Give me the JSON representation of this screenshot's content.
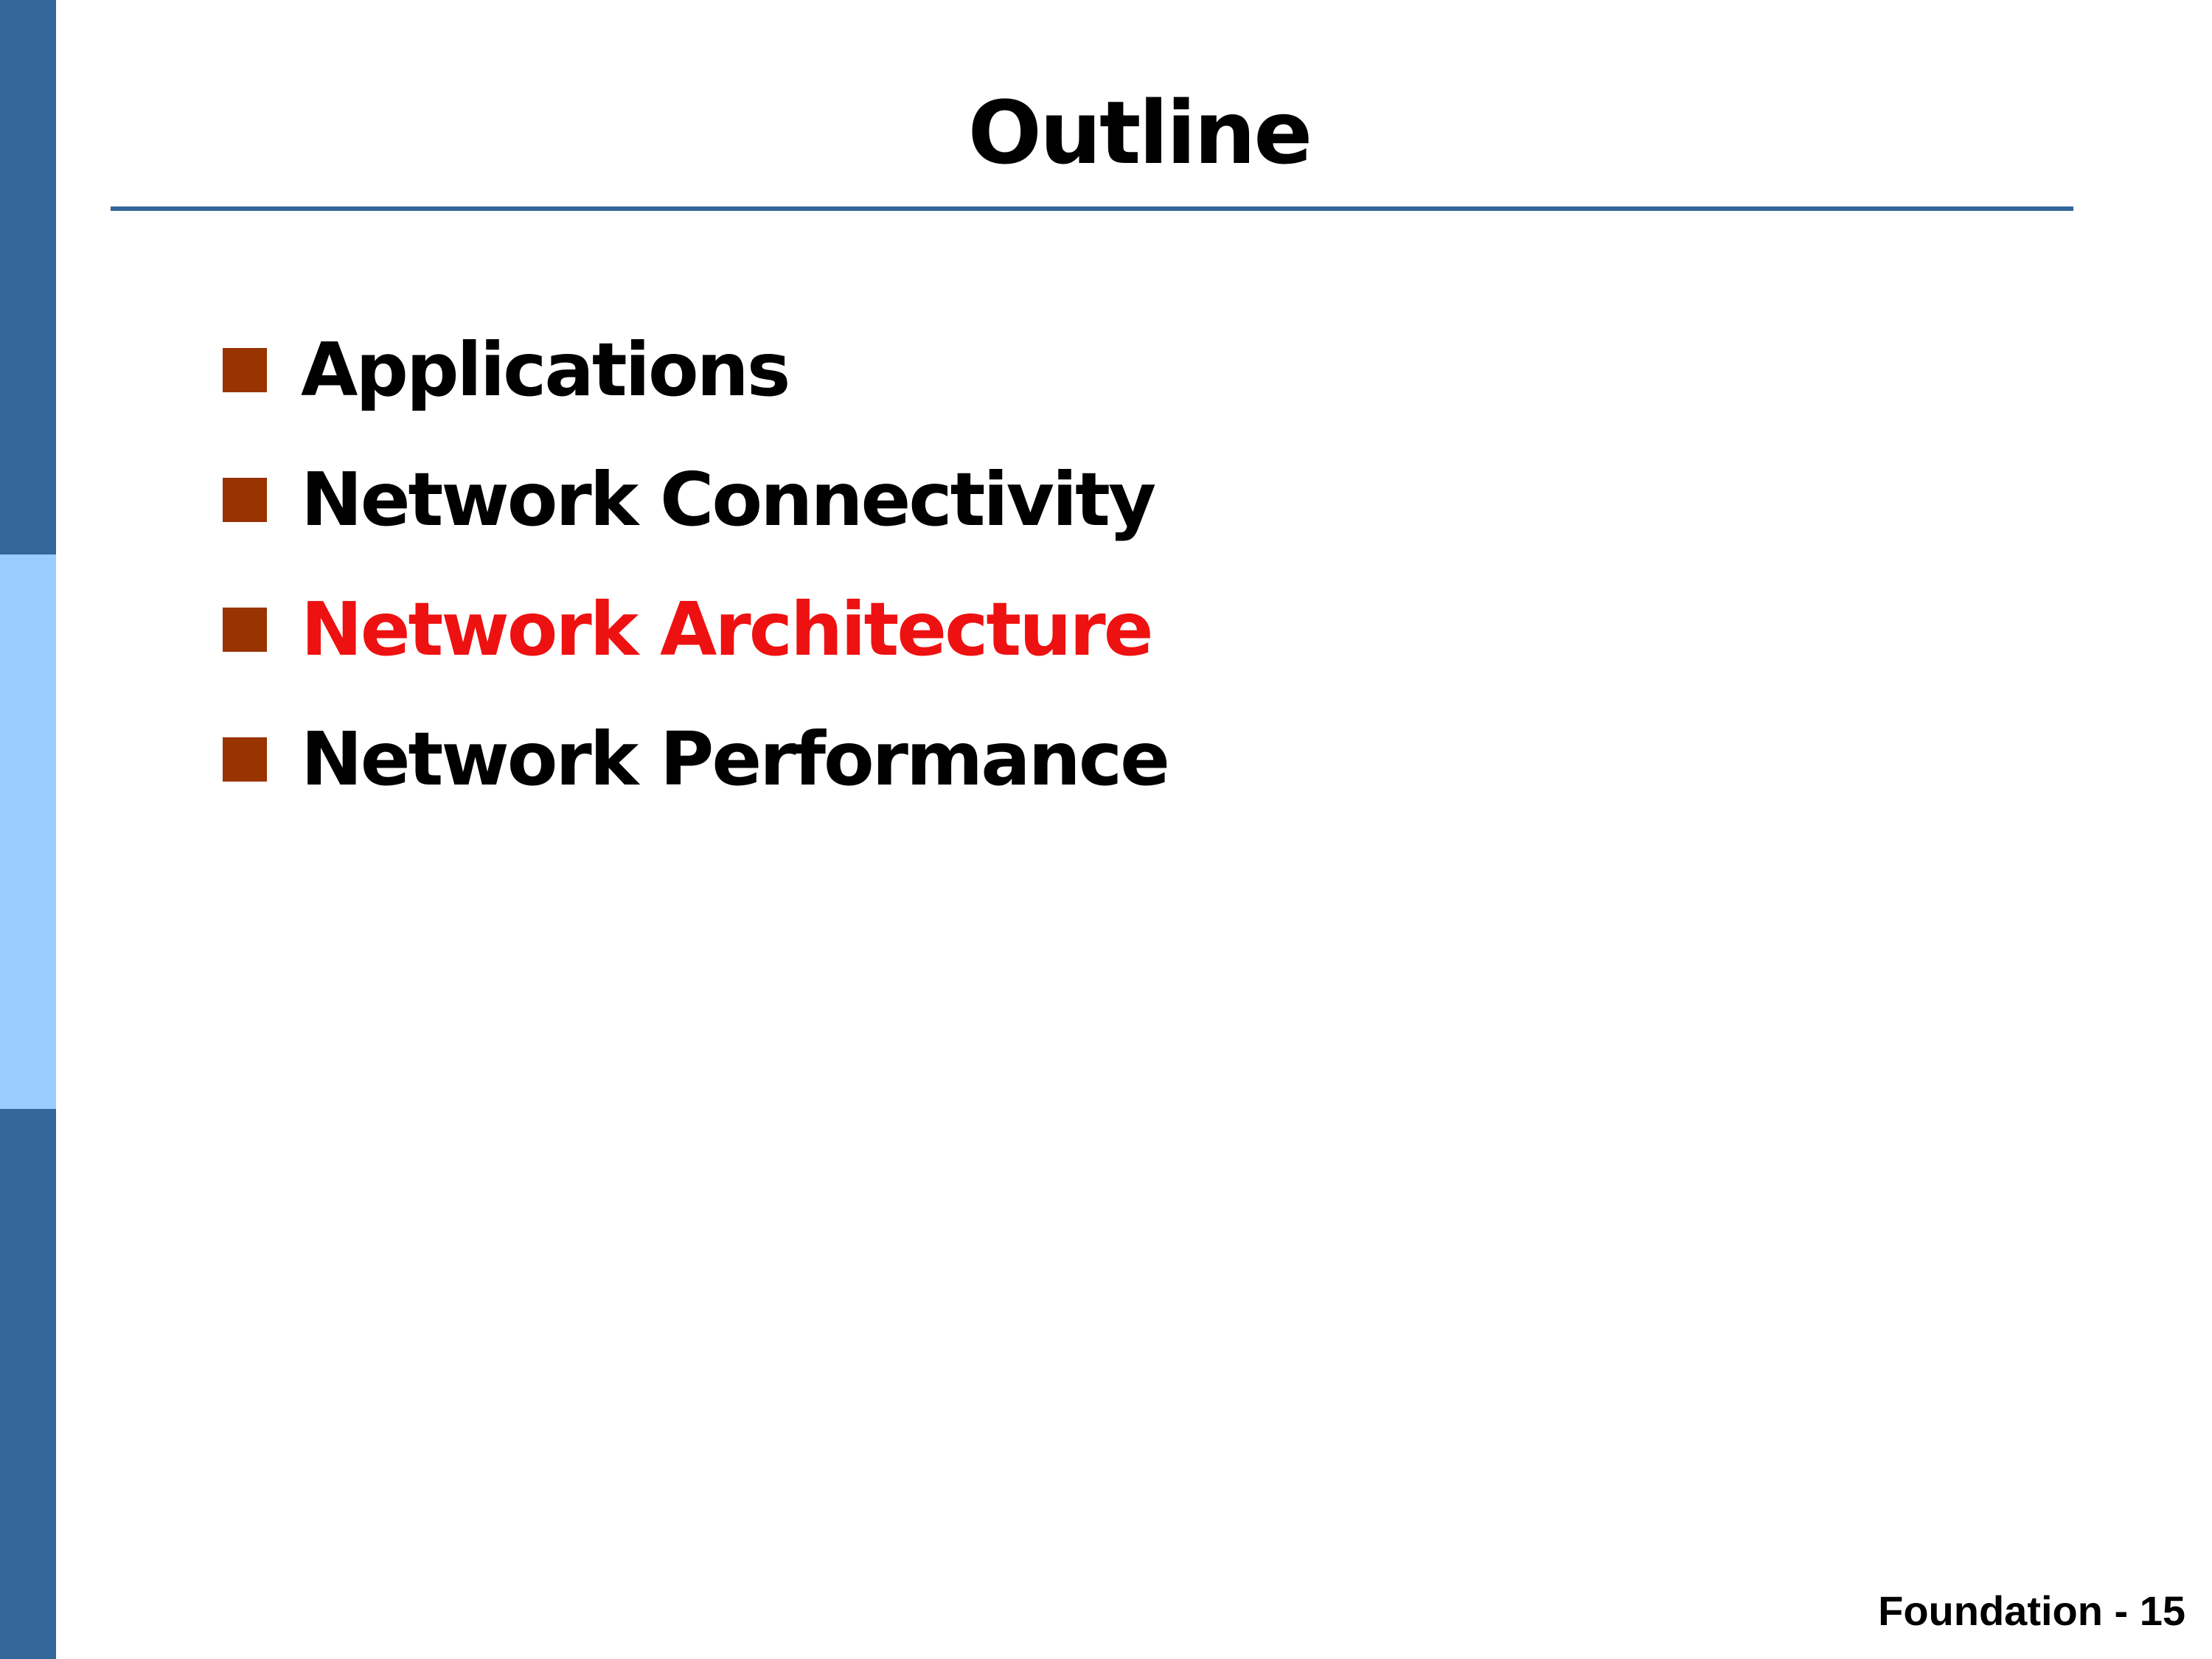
{
  "slide": {
    "title": "Outline",
    "items": [
      {
        "label": "Applications",
        "color": "#000000"
      },
      {
        "label": "Network Connectivity",
        "color": "#000000"
      },
      {
        "label": "Network Architecture",
        "color": "#ee1111"
      },
      {
        "label": "Network Performance",
        "color": "#000000"
      }
    ],
    "footer": "Foundation - 15"
  },
  "colors": {
    "sidebar_dark": "#336699",
    "sidebar_light": "#99ccff",
    "bullet": "#993300",
    "rule": "#336699",
    "highlight": "#ee1111"
  }
}
